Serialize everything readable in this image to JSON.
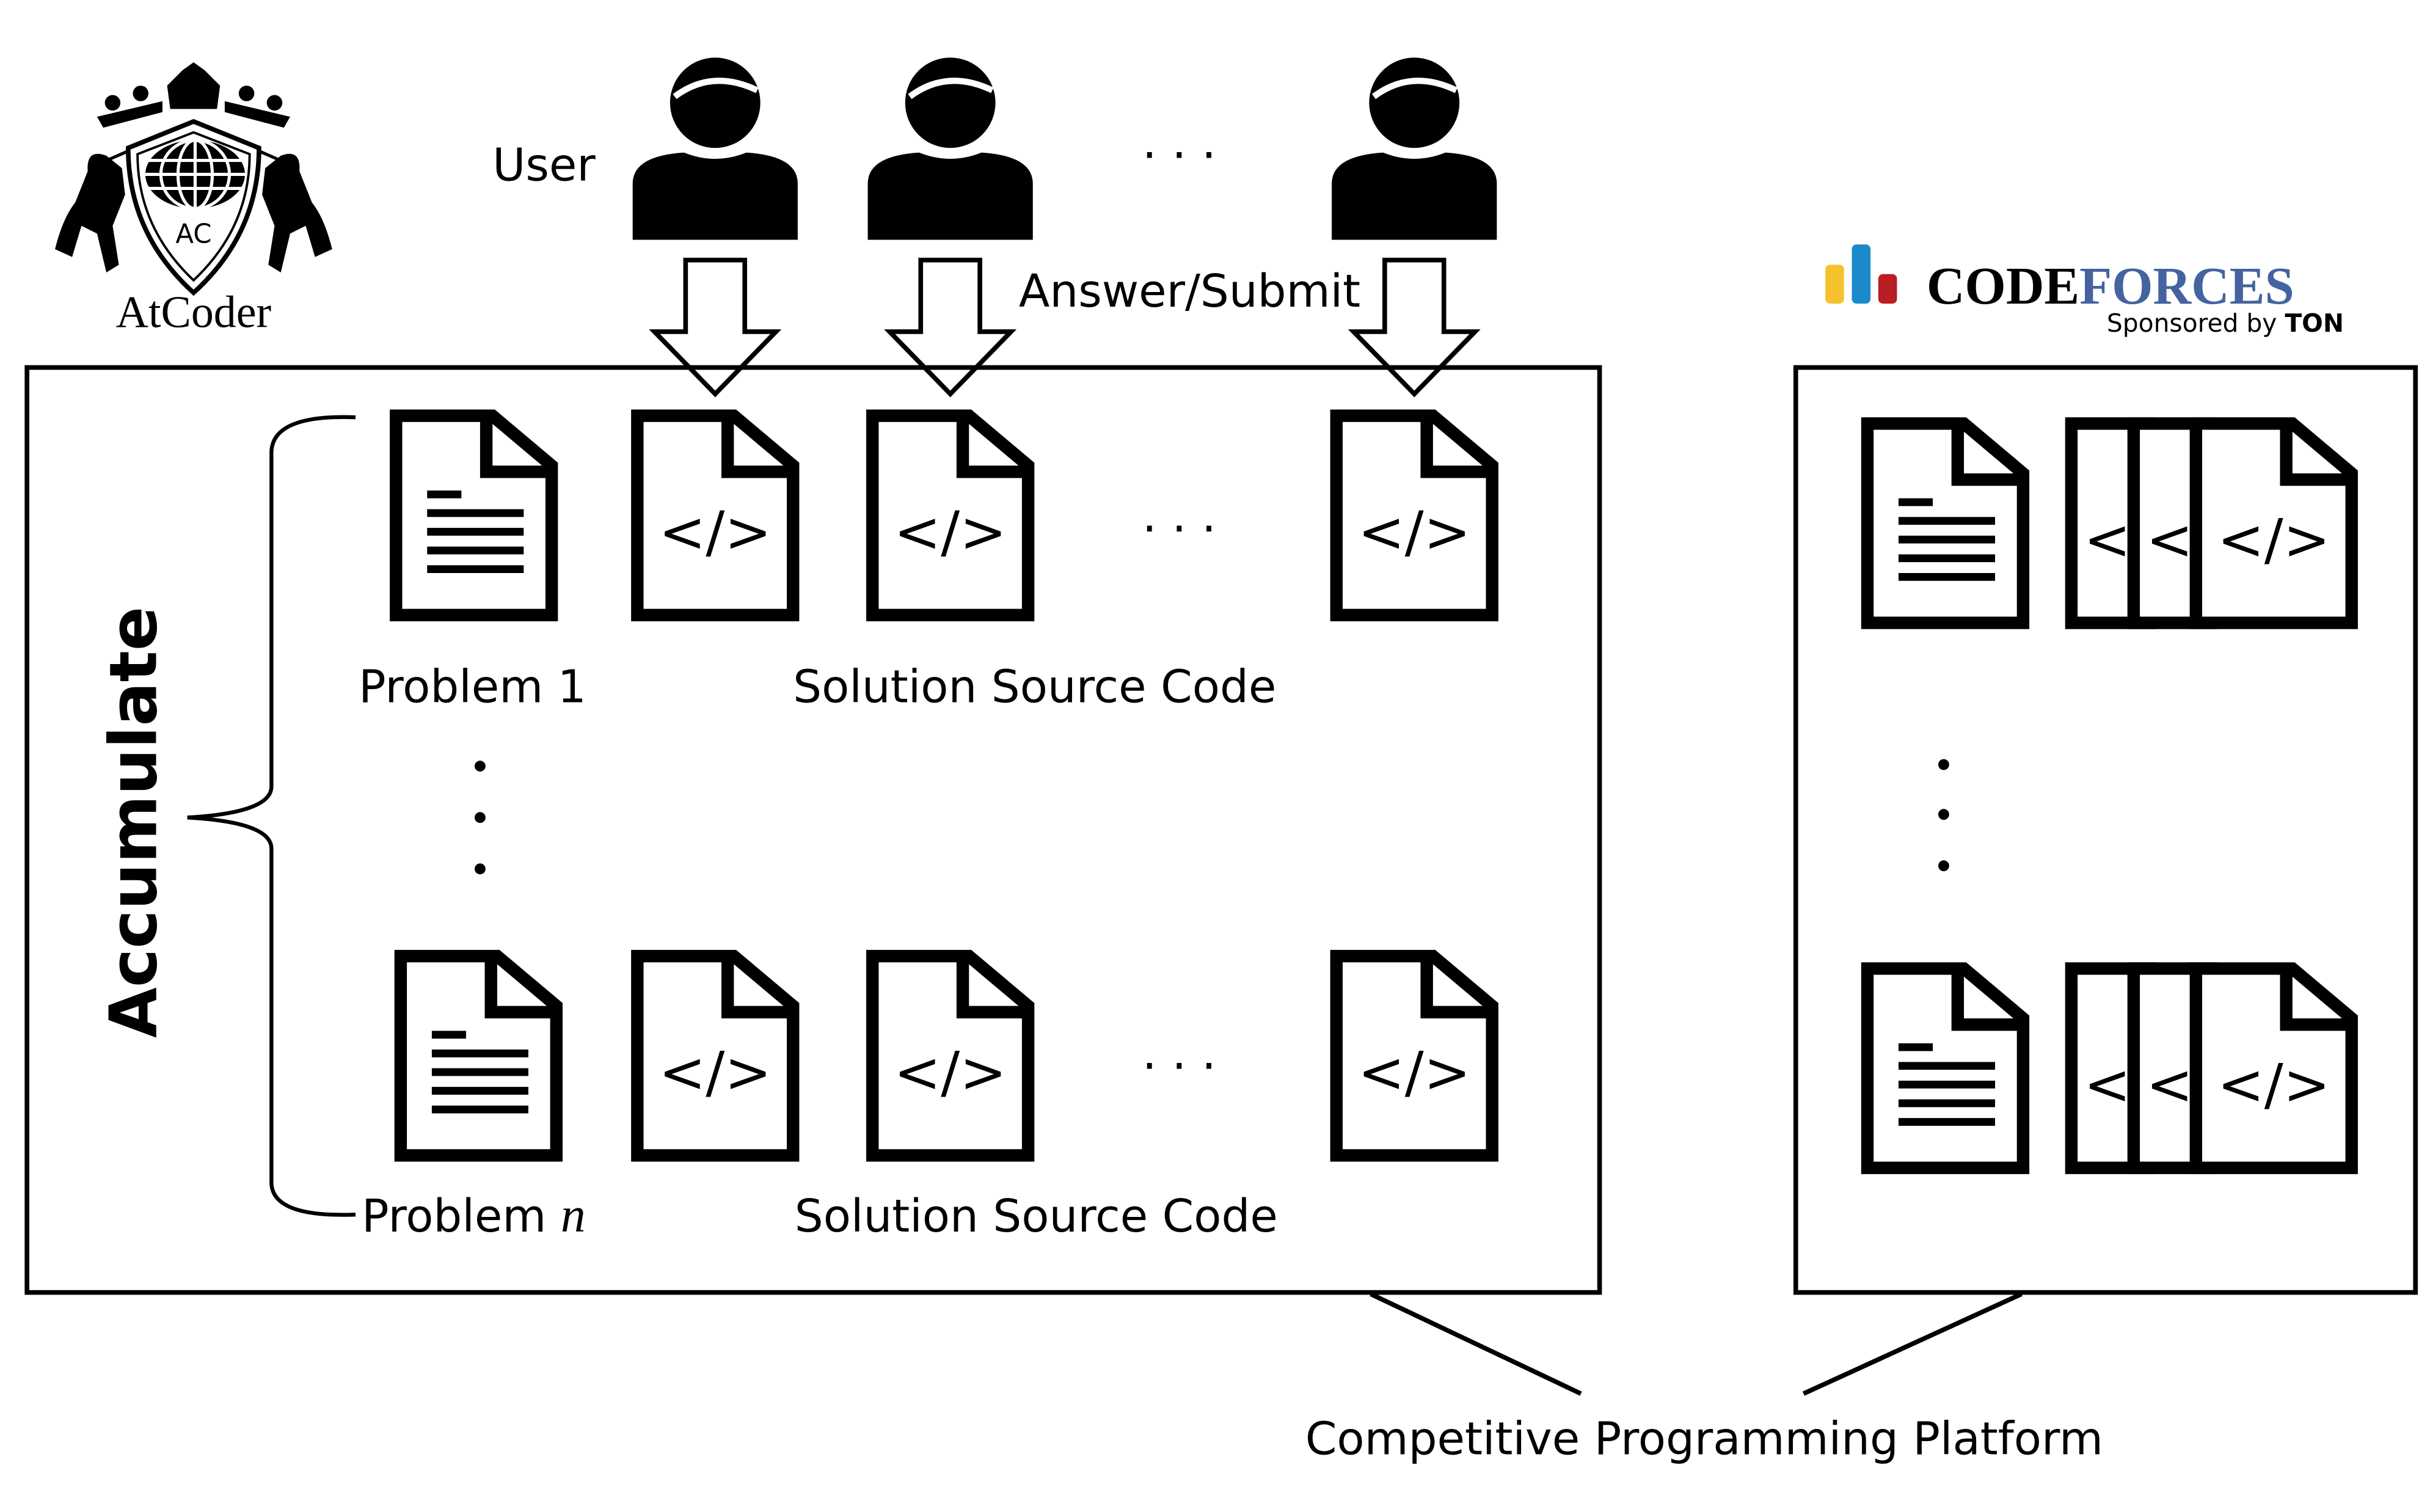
{
  "logos": {
    "atcoder": {
      "name": "AtCoder",
      "monogram": "AC"
    },
    "codeforces": {
      "code": "CODE",
      "forces": "FORCES",
      "sponsor_prefix": "Sponsored by ",
      "sponsor": "TON",
      "colors": {
        "bar_yellow": "#f5c12c",
        "bar_blue": "#1b8acb",
        "bar_red": "#b91e23",
        "forces": "#4563a0"
      }
    }
  },
  "labels": {
    "user": "User",
    "answer_submit": "Answer/Submit",
    "accumulate": "Accumulate",
    "problem_1": "Problem 1",
    "problem_n_prefix": "Problem ",
    "problem_n_var": "n",
    "solution_1": "Solution Source Code",
    "solution_n": "Solution Source Code",
    "platform": "Competitive Programming Platform",
    "ellipsis": "· · ·",
    "code_glyph": "</>",
    "code_glyph_partial": "<"
  },
  "icons": [
    "user-icon",
    "hollow-down-arrow-icon",
    "problem-document-icon",
    "code-document-icon"
  ]
}
